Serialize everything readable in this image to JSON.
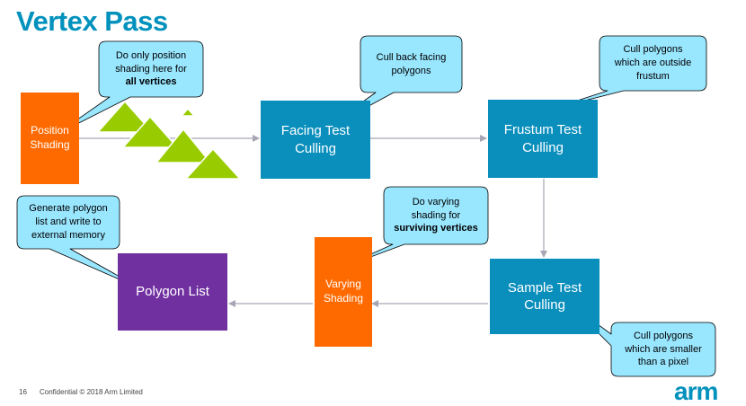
{
  "title": "Vertex Pass",
  "boxes": {
    "position_shading": "Position Shading",
    "facing_test": "Facing Test Culling",
    "frustum_test": "Frustum Test Culling",
    "sample_test": "Sample Test Culling",
    "varying_shading": "Varying Shading",
    "polygon_list": "Polygon List"
  },
  "callouts": {
    "position": {
      "line1": "Do only position",
      "line2": "shading here for",
      "bold": "all vertices"
    },
    "facing": {
      "line1": "Cull back facing",
      "line2": "polygons"
    },
    "frustum": {
      "line1": "Cull polygons",
      "line2": "which are outside",
      "line3": "frustum"
    },
    "varying": {
      "line1": "Do varying",
      "line2": "shading for",
      "bold": "surviving vertices"
    },
    "polygon": {
      "line1": "Generate polygon",
      "line2": "list and write to",
      "line3": "external memory"
    },
    "sample": {
      "line1": "Cull polygons",
      "line2": "which are smaller",
      "line3": "than a pixel"
    }
  },
  "footer": {
    "page_number": "16",
    "copyright": "Confidential © 2018 Arm Limited",
    "logo": "arm"
  },
  "colors": {
    "brand_blue": "#0091bd",
    "box_blue": "#0a8fbd",
    "orange": "#ff6a00",
    "purple": "#7030a0",
    "callout_fill": "#99e6ff",
    "triangle_green": "#99cc00"
  }
}
